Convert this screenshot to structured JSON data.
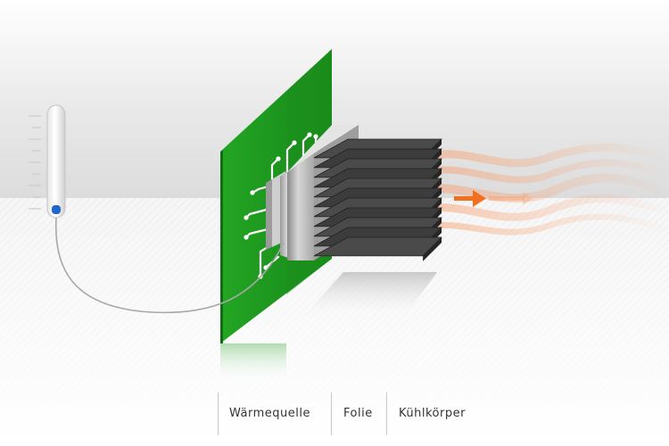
{
  "labels": {
    "heat_source": "Wärmequelle",
    "foil": "Folie",
    "heatsink": "Kühlkörper"
  },
  "colors": {
    "pcb": "#1e9a1e",
    "pcb_dark": "#0f6e12",
    "heat_arrow": "#f07020",
    "thermometer_fluid": "#2266cc",
    "heatsink": "#3a3a3a",
    "foil": "#c8c8c8"
  },
  "icons": [
    "thermometer-icon",
    "heat-flow-arrow-icon"
  ]
}
